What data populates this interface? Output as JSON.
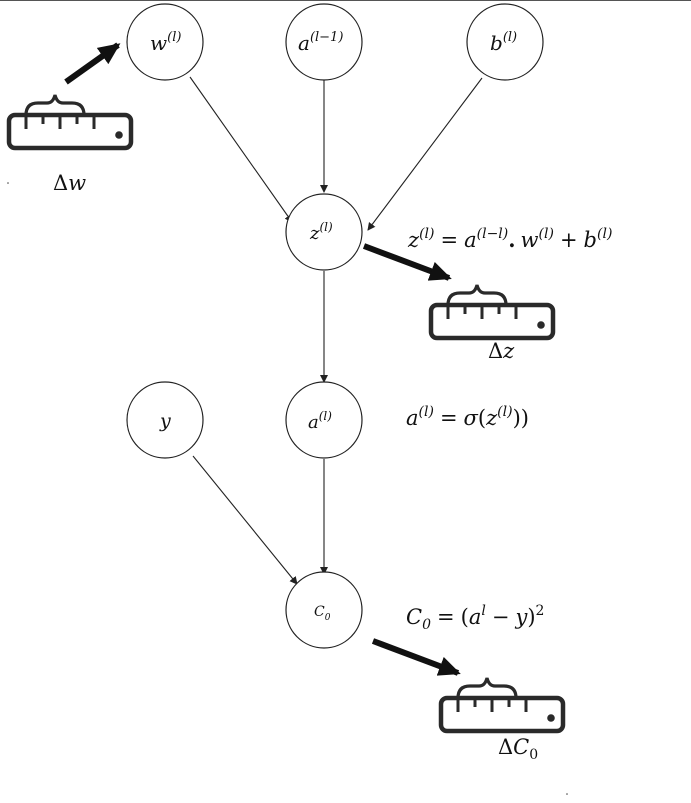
{
  "nodes": {
    "w": {
      "base": "w",
      "sup": "(l)"
    },
    "a_prev": {
      "base": "a",
      "sup": "(l−1)"
    },
    "b": {
      "base": "b",
      "sup": "(l)"
    },
    "z": {
      "base": "z",
      "sup": "(l)"
    },
    "a": {
      "base": "a",
      "sup": "(l)"
    },
    "y": {
      "base": "y"
    },
    "c0": {
      "base": "C",
      "sub": "0"
    }
  },
  "equations": {
    "z_eq": {
      "lhs_base": "z",
      "lhs_sup": "(l)",
      "eq": "=",
      "t1_base": "a",
      "t1_sup": "(l−l)",
      "dot": ".",
      "t2_base": "w",
      "t2_sup": "(l)",
      "plus": "+",
      "t3_base": "b",
      "t3_sup": "(l)"
    },
    "a_eq": {
      "lhs_base": "a",
      "lhs_sup": "(l)",
      "eq": "=",
      "sigma": "σ",
      "open": "(",
      "arg_base": "z",
      "arg_sup": "(l)",
      "close": "))"
    },
    "c_eq": {
      "lhs_base": "C",
      "lhs_sub": "0",
      "eq": "=",
      "open": "(",
      "t_base": "a",
      "t_sup": "l",
      "minus": "−",
      "t_y": "y",
      "close": ")",
      "pow": "2"
    }
  },
  "deltas": {
    "dw": {
      "delta": "Δ",
      "var": "w"
    },
    "dz": {
      "delta": "Δ",
      "var": "z"
    },
    "dc": {
      "delta": "Δ",
      "var": "C",
      "sub": "0"
    }
  },
  "icons": [
    "ruler-icon"
  ]
}
